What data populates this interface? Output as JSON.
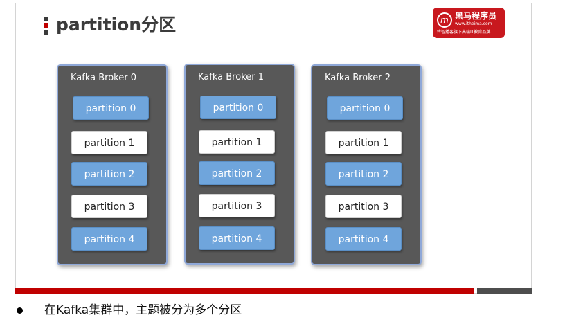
{
  "slide": {
    "title": "partition分区",
    "logo": {
      "name": "黑马程序员",
      "url": "www.itheima.com",
      "slogan": "传智播客旗下高端IT教育品牌"
    }
  },
  "brokers": [
    {
      "label": "Kafka Broker 0",
      "partitions": [
        "partition 0",
        "partition 1",
        "partition 2",
        "partition 3",
        "partition 4"
      ]
    },
    {
      "label": "Kafka Broker 1",
      "partitions": [
        "partition 0",
        "partition 1",
        "partition 2",
        "partition 3",
        "partition 4"
      ]
    },
    {
      "label": "Kafka Broker 2",
      "partitions": [
        "partition 0",
        "partition 1",
        "partition 2",
        "partition 3",
        "partition 4"
      ]
    }
  ],
  "colors": {
    "accent": "#c00000",
    "broker_bg": "#585858",
    "partition_blue": "#6fa5dc",
    "partition_white": "#ffffff"
  },
  "bullets": [
    "在Kafka集群中，主题被分为多个分区"
  ]
}
